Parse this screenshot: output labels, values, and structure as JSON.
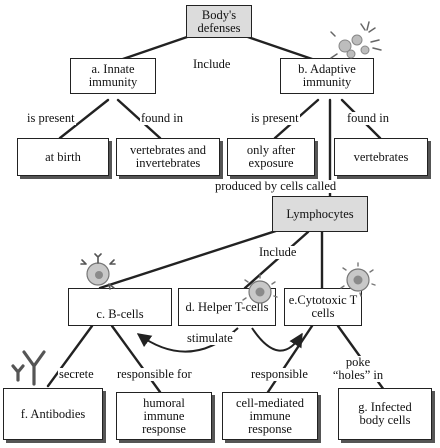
{
  "nodes": {
    "root": "Body's defenses",
    "innate": "a. Innate immunity",
    "adaptive": "b. Adaptive immunity",
    "at_birth": "at birth",
    "vertebrates_invertebrates": "vertebrates and invertebrates",
    "after_exposure": "only after exposure",
    "vertebrates": "vertebrates",
    "lymphocytes": "Lymphocytes",
    "b_cells": "c. B-cells",
    "helper_t": "d. Helper T-cells",
    "cytotoxic_t": "e.Cytotoxic T cells",
    "antibodies": "f. Antibodies",
    "humoral": "humoral immune response",
    "cell_mediated": "cell-mediated immune response",
    "infected": "g. Infected body cells"
  },
  "labels": {
    "include_top": "Include",
    "is_present_left": "is present",
    "found_in_left": "found in",
    "is_present_right": "is present",
    "found_in_right": "found in",
    "produced_by": "produced by cells called",
    "include_mid": "Include",
    "stimulate": "stimulate",
    "secrete": "secrete",
    "responsible_for": "responsible for",
    "responsible": "responsible",
    "poke_holes": "poke “holes” in"
  },
  "icons": [
    "b-cell-icon",
    "helper-t-cell-icon",
    "cytotoxic-t-cell-icon",
    "antibody-icon",
    "virus-cluster-icon"
  ]
}
